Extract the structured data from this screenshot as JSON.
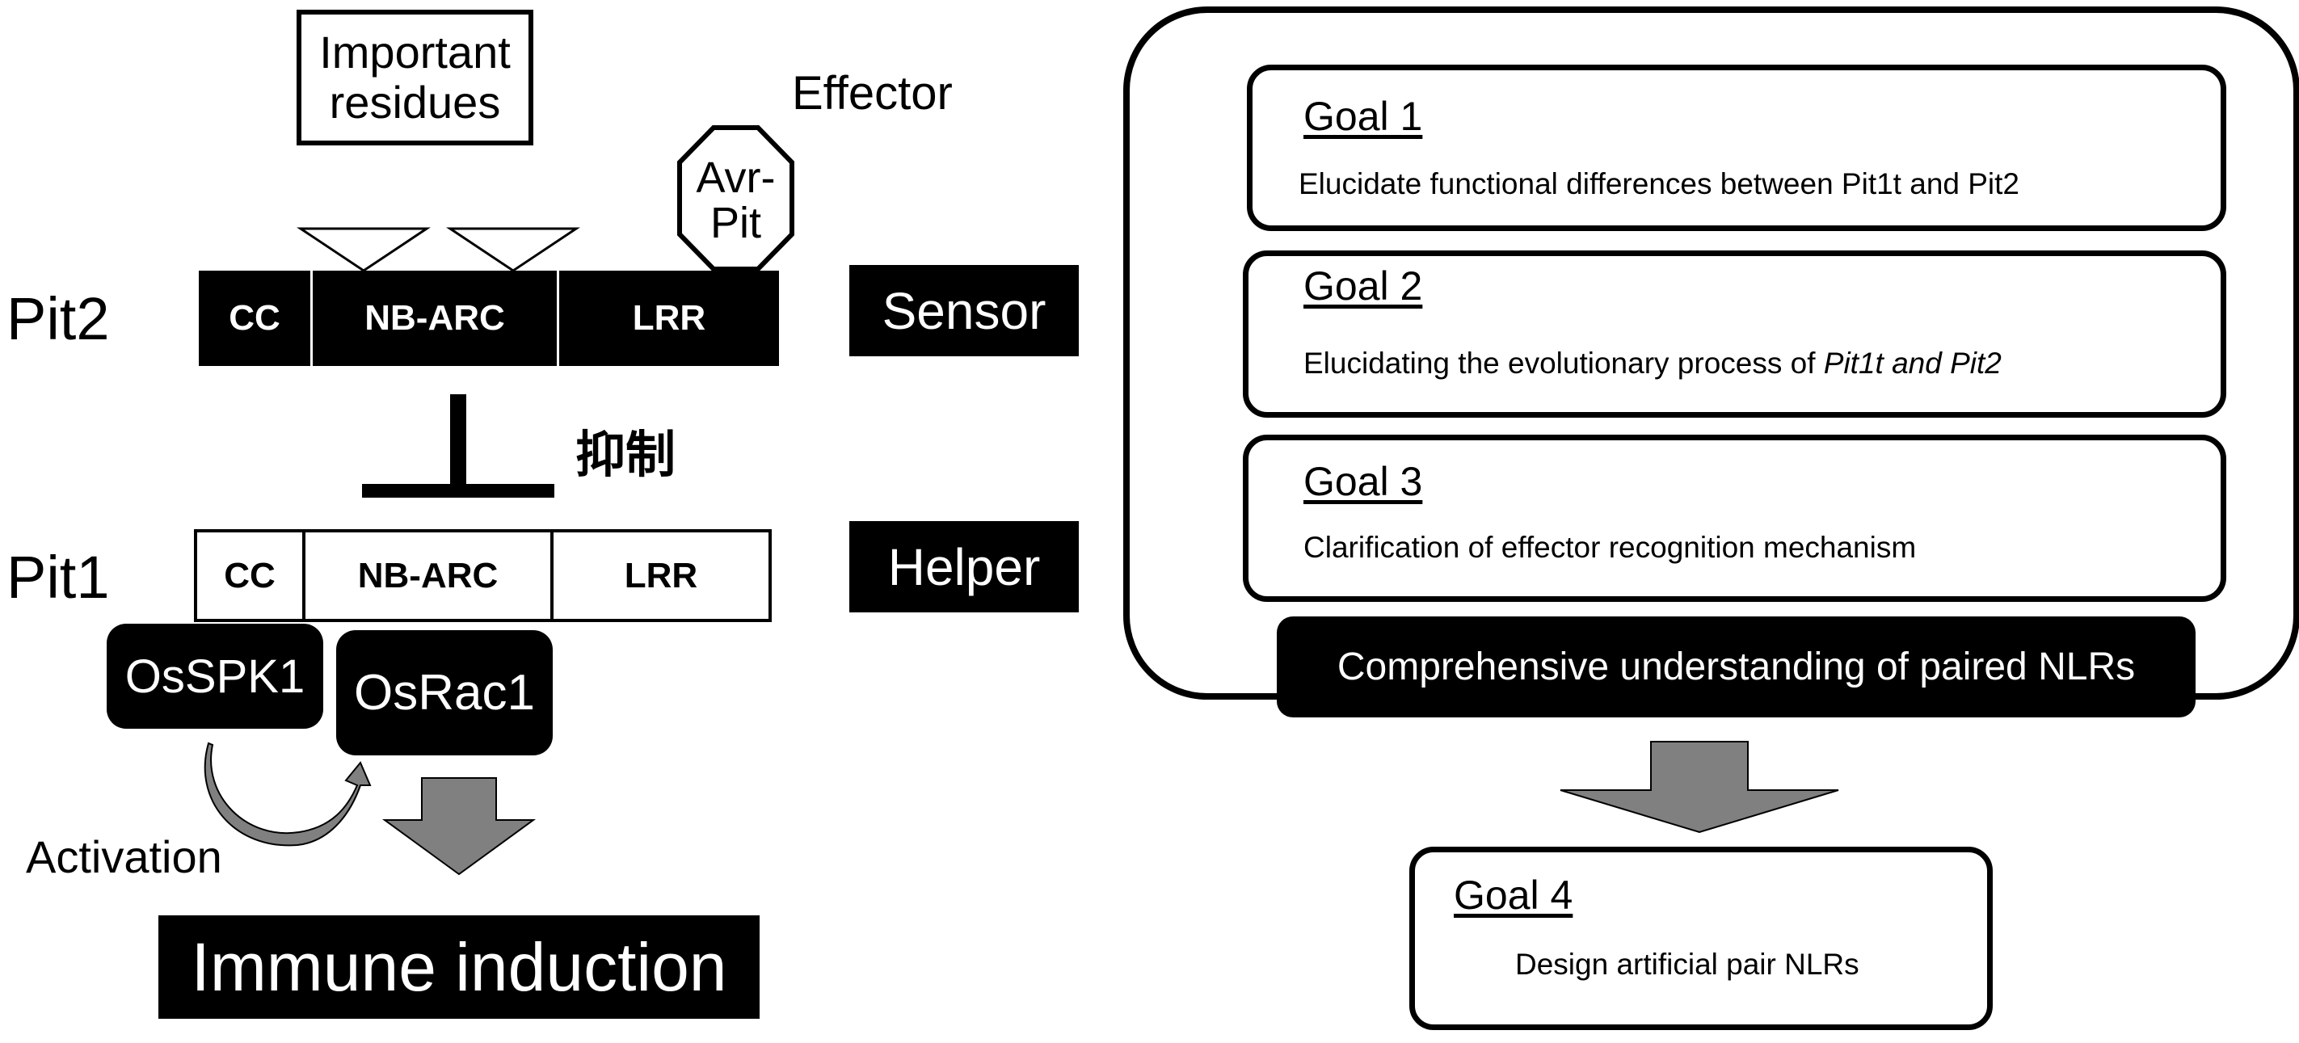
{
  "left": {
    "important_residues": "Important\nresidues",
    "effector_label": "Effector",
    "avr_pit": "Avr-\nPit",
    "pit2": {
      "label": "Pit2",
      "domains": [
        "CC",
        "NB-ARC",
        "LRR"
      ],
      "role": "Sensor"
    },
    "inhibition_label": "抑制",
    "pit1": {
      "label": "Pit1",
      "domains": [
        "CC",
        "NB-ARC",
        "LRR"
      ],
      "role": "Helper"
    },
    "osspk1": "OsSPK1",
    "osrac1": "OsRac1",
    "activation_label": "Activation",
    "immune_induction": "Immune induction"
  },
  "right": {
    "goals": [
      {
        "title": "Goal 1",
        "desc": "Elucidate functional differences between Pit1t and Pit2",
        "desc_italic": ""
      },
      {
        "title": "Goal 2",
        "desc": "Elucidating the evolutionary process of ",
        "desc_italic": "Pit1t and Pit2"
      },
      {
        "title": "Goal 3",
        "desc": "Clarification of effector recognition mechanism",
        "desc_italic": ""
      }
    ],
    "summary_banner": "Comprehensive understanding of paired NLRs",
    "goal4": {
      "title": "Goal 4",
      "desc": "Design artificial pair NLRs"
    }
  },
  "colors": {
    "black": "#000000",
    "white": "#ffffff",
    "arrow_gray": "#808080"
  }
}
